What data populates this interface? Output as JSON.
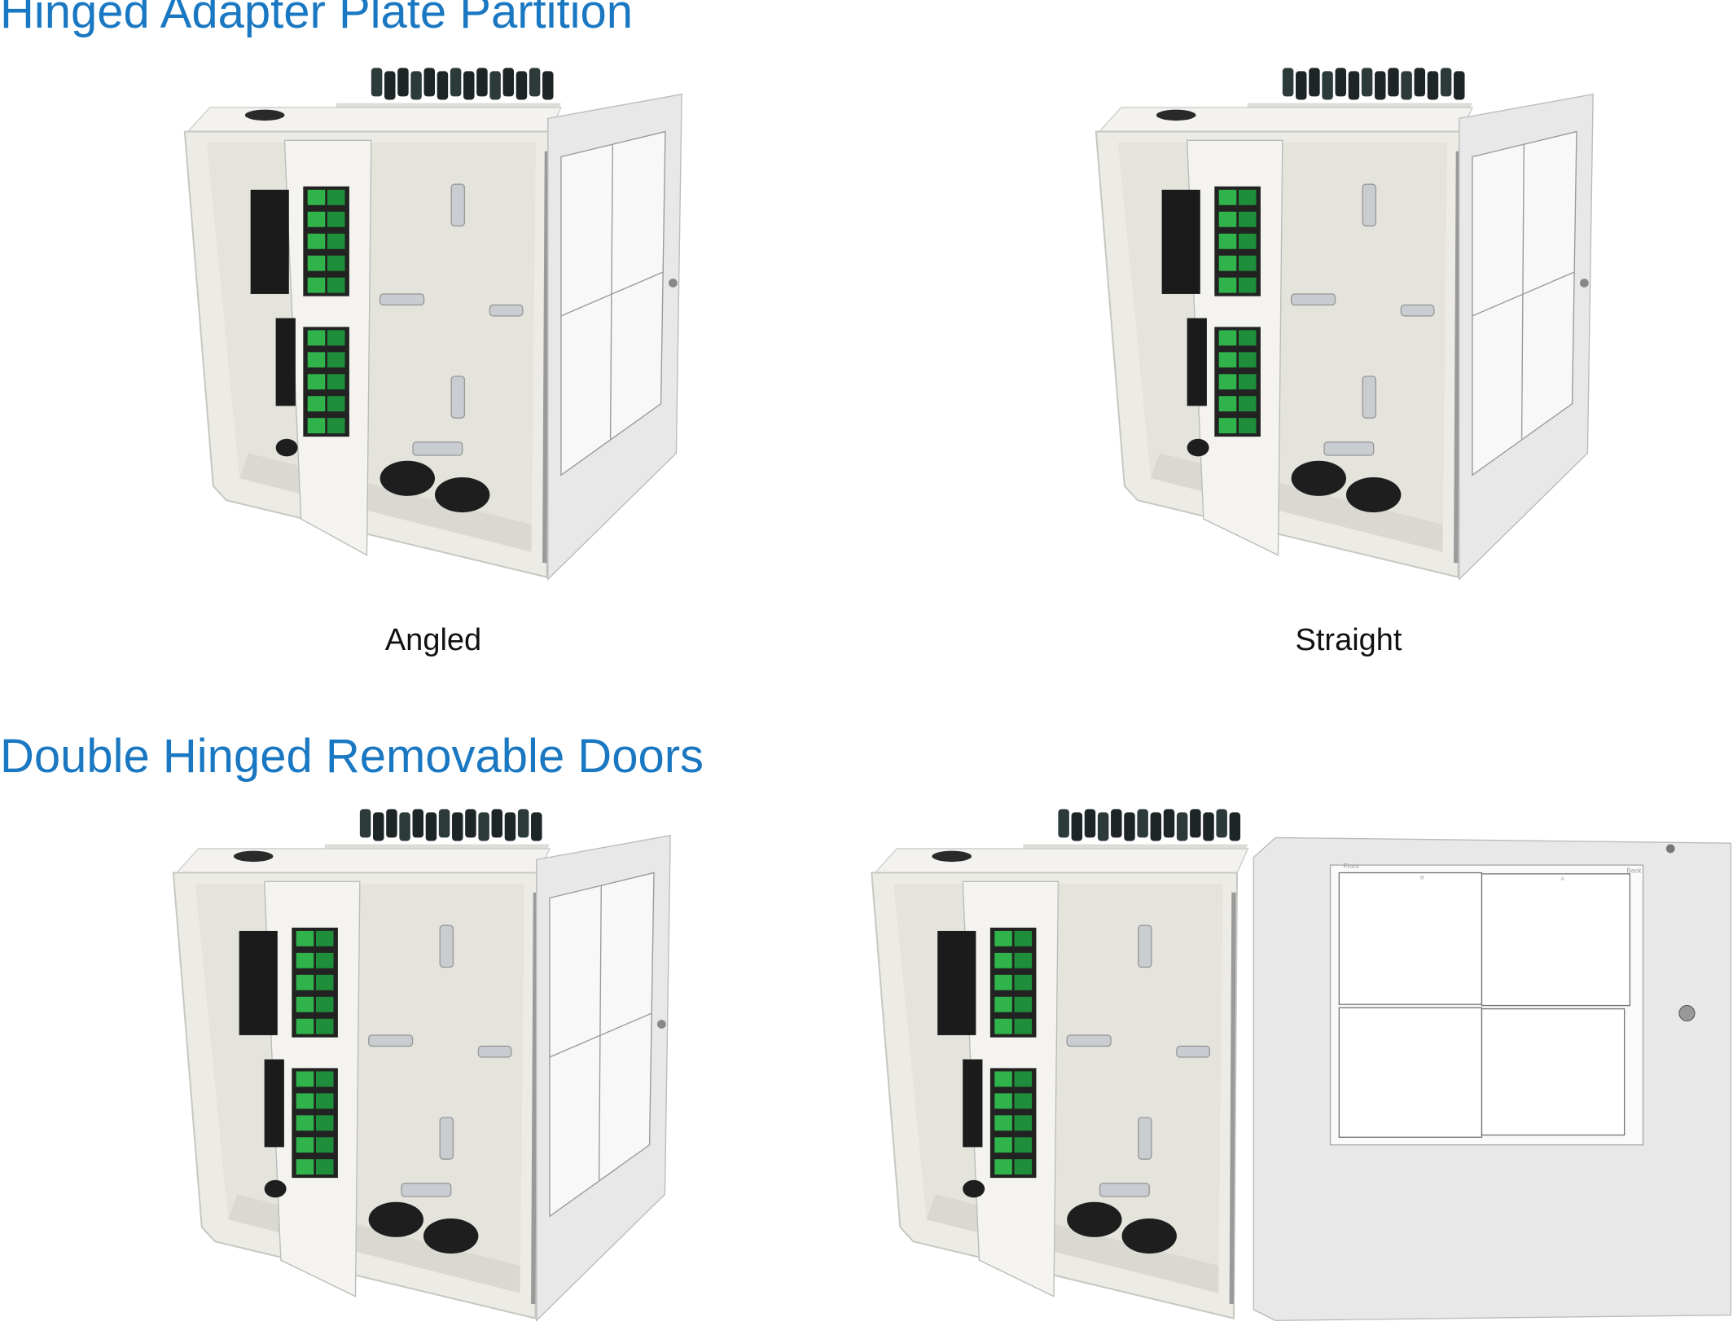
{
  "sections": [
    {
      "title": "Hinged Adapter Plate Partition",
      "captions": [
        "Angled",
        "Straight"
      ]
    },
    {
      "title": "Double Hinged Removable Doors"
    }
  ],
  "door_label_card": {
    "front": "Front",
    "back": "Back",
    "columns": [
      "B",
      "A"
    ]
  },
  "colors": {
    "heading": "#1a78c2",
    "enclosure": "#ecebe5",
    "adapter": "#2fb34a",
    "door": "#e8e8e8"
  }
}
